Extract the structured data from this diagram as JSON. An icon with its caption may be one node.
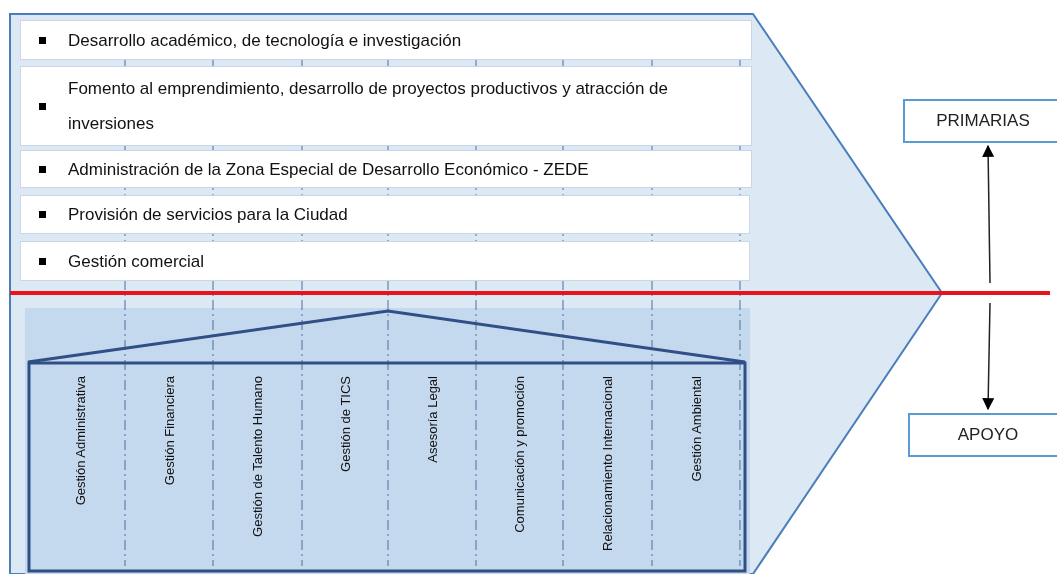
{
  "diagram": {
    "nodes": [
      {
        "text": [
          "Desarrollo académico, de tecnología e investigación"
        ]
      },
      {
        "text": [
          "Fomento al emprendimiento, desarrollo de proyectos productivos y atracción de inversiones"
        ]
      },
      {
        "text": [
          "Administración de la Zona Especial de Desarrollo Económico - ZEDE"
        ]
      },
      {
        "text": [
          "Provisión de servicios para la Ciudad"
        ]
      },
      {
        "text": [
          "Gestión comercial"
        ]
      },
      {
        "text": [
          "Gestión Administrativa"
        ]
      },
      {
        "text": [
          "Gestión Financiera"
        ]
      },
      {
        "text": [
          "Gestión de Talento Humano"
        ]
      },
      {
        "text": [
          "Gestión de TICS"
        ]
      },
      {
        "text": [
          "Asesoría Legal"
        ]
      },
      {
        "text": [
          "Comunicación y promoción"
        ]
      },
      {
        "text": [
          "Relacionamiento Internacional"
        ]
      },
      {
        "text": [
          "Gestión Ambiental"
        ]
      },
      {
        "text": [
          "PRIMARIAS"
        ]
      },
      {
        "text": [
          "APOYO"
        ]
      }
    ],
    "edges": [
      {
        "from": null,
        "to": 13,
        "arrow": "to"
      },
      {
        "from": null,
        "to": 14,
        "arrow": "to"
      }
    ]
  }
}
